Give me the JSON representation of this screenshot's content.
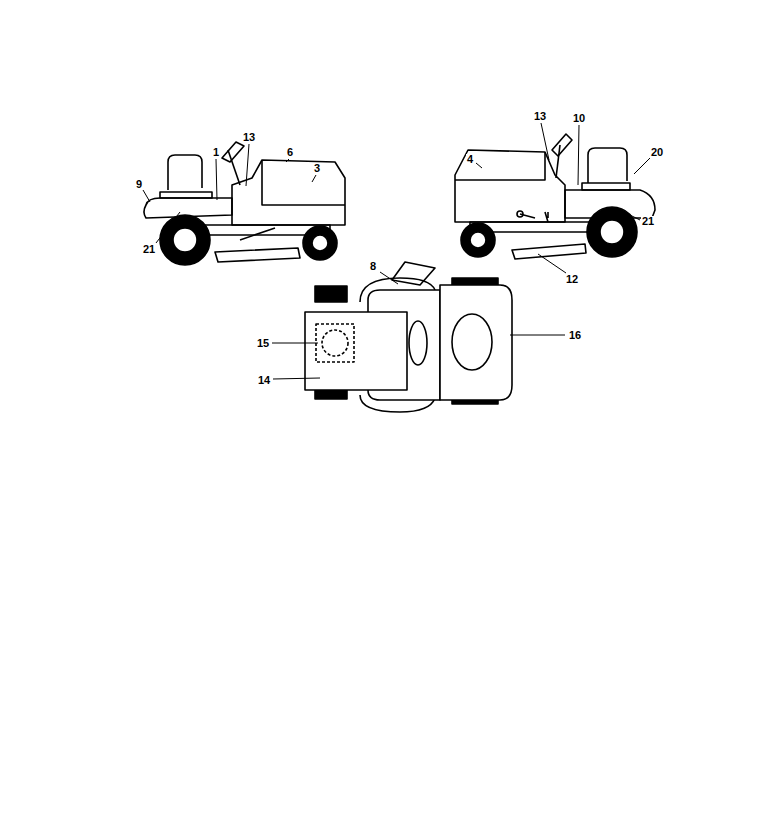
{
  "diagram": {
    "labels": [
      "13",
      "6",
      "3",
      "1",
      "9",
      "21",
      "4",
      "13",
      "10",
      "20",
      "21",
      "12",
      "8",
      "15",
      "16",
      "14"
    ]
  }
}
